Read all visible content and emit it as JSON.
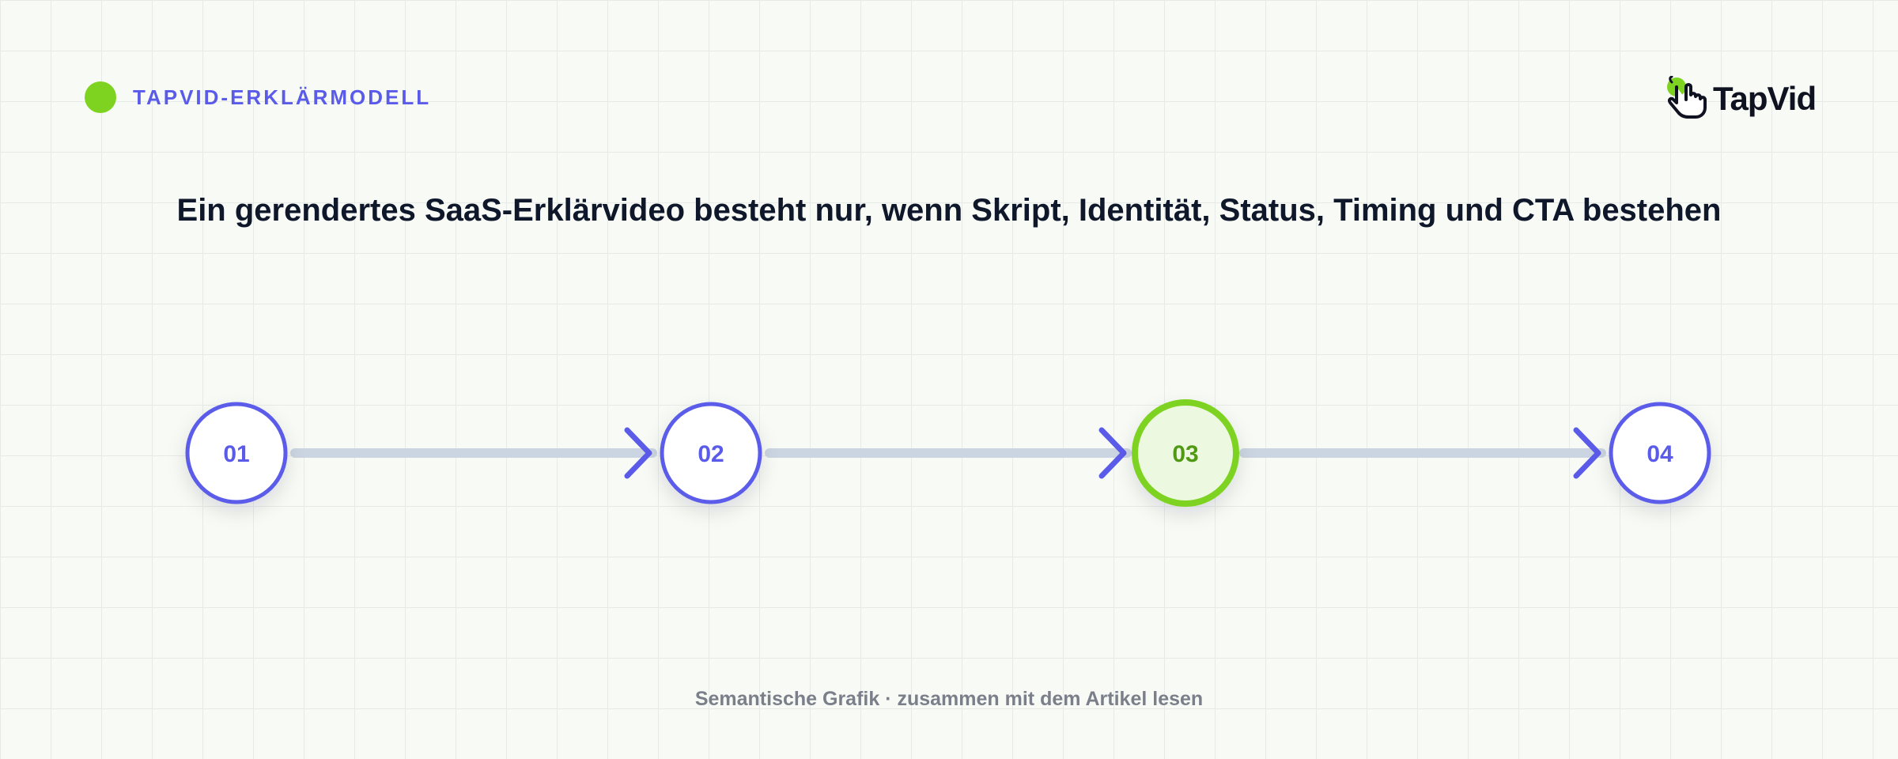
{
  "header": {
    "eyebrow": "TAPVID-ERKLÄRMODELL",
    "brand": "TapVid"
  },
  "title": "Ein gerendertes SaaS-Erklärvideo besteht nur, wenn Skript, Identität, Status, Timing und CTA bestehen",
  "steps": [
    {
      "label": "01",
      "active": false
    },
    {
      "label": "02",
      "active": false
    },
    {
      "label": "03",
      "active": true
    },
    {
      "label": "04",
      "active": false
    }
  ],
  "footer": "Semantische Grafik · zusammen mit dem Artikel lesen",
  "colors": {
    "accent": "#5b5bea",
    "active": "#7ed321",
    "active_fill": "#edf8e0",
    "active_text": "#4f9a12",
    "connector": "#cbd5e1",
    "title": "#0f172a"
  },
  "icons": [
    "status-dot-icon",
    "tapvid-hand-cursor-icon",
    "arrow-right-icon"
  ]
}
